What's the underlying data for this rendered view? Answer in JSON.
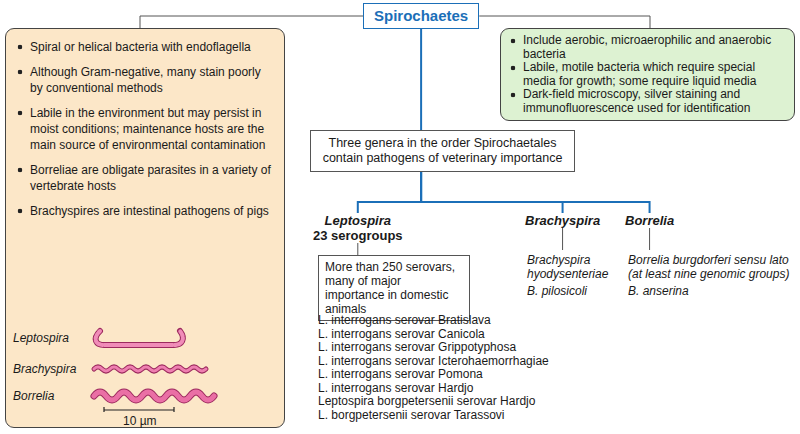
{
  "diagram": {
    "nodes": [
      {
        "text": [
          "Spirochaetes"
        ]
      },
      {
        "text": [
          "Spiral or helical bacteria with endoflagella",
          "Although Gram-negative, many stain poorly by conventional methods",
          "Labile in the environment but may persist in moist conditions; maintenance hosts are the main source of environmental contamination",
          "Borreliae are obligate parasites in a variety of vertebrate hosts",
          "Brachyspires are intestinal pathogens of pigs",
          "Leptospira",
          "Brachyspira",
          "Borrelia",
          "10 µm"
        ]
      },
      {
        "text": [
          "Include aerobic, microaerophilic and anaerobic bacteria",
          "Labile, motile bacteria which require special media for growth; some require liquid media",
          "Dark-field microscopy, silver staining and immunofluorescence used for identification"
        ]
      },
      {
        "text": [
          "Three genera in the order Spirochaetales contain pathogens of veterinary importance"
        ]
      },
      {
        "text": [
          "Leptospira",
          "23 serogroups"
        ]
      },
      {
        "text": [
          "Brachyspira"
        ]
      },
      {
        "text": [
          "Borrelia"
        ]
      },
      {
        "text": [
          "More than 250 serovars, many of major importance in domestic animals"
        ]
      },
      {
        "text": [
          "L. interrogans serovar Bratislava",
          "L. interrogans serovar Canicola",
          "L. interrogans serovar Grippotyphosa",
          "L. interrogans serovar Icterohaemorrhagiae",
          "L. interrogans serovar Pomona",
          "L. interrogans serovar Hardjo",
          "Leptospira borgpetersenii serovar Hardjo",
          "L. borgpetersenii serovar Tarassovi"
        ]
      },
      {
        "text": [
          "Brachyspira hyodysenteriae",
          "B. pilosicoli"
        ]
      },
      {
        "text": [
          "Borrelia burgdorferi sensu lato (at least nine genomic groups)",
          "B. anserina"
        ]
      }
    ],
    "edges": [
      {
        "from": 0,
        "to": 1,
        "arrow": "none"
      },
      {
        "from": 0,
        "to": 2,
        "arrow": "none"
      },
      {
        "from": 0,
        "to": 3,
        "arrow": "none"
      },
      {
        "from": 3,
        "to": 4,
        "arrow": "none"
      },
      {
        "from": 3,
        "to": 5,
        "arrow": "none"
      },
      {
        "from": 3,
        "to": 6,
        "arrow": "none"
      },
      {
        "from": 4,
        "to": 7,
        "arrow": "none"
      },
      {
        "from": 7,
        "to": 8,
        "arrow": "none"
      },
      {
        "from": 5,
        "to": 9,
        "arrow": "none"
      },
      {
        "from": 6,
        "to": 10,
        "arrow": "none"
      }
    ]
  }
}
